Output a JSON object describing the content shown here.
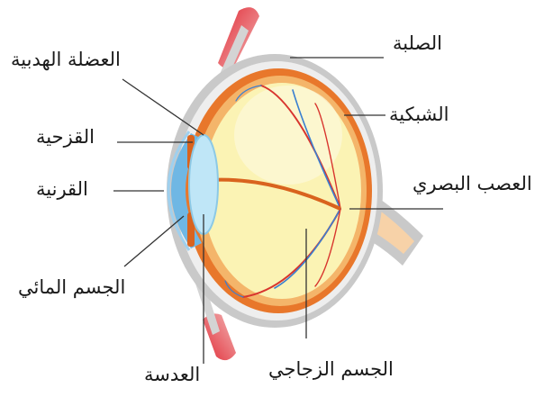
{
  "labels": {
    "ciliary_muscle": "العضلة الهدبية",
    "iris": "القزحية",
    "cornea": "القرنية",
    "aqueous_humor": "الجسم المائي",
    "lens": "العدسة",
    "sclera": "الصلبة",
    "retina": "الشبكية",
    "optic_nerve": "العصب البصري",
    "vitreous_body": "الجسم الزجاجي"
  },
  "colors": {
    "sclera": "#c9c9c9",
    "choroid": "#e8772b",
    "vitreous": "#fbf3b4",
    "lens": "#bfe6f7",
    "cornea": "#6fb7e4",
    "muscle_red": "#e12a35",
    "vessel_red": "#d8352e",
    "vessel_blue": "#3a7fd0"
  }
}
